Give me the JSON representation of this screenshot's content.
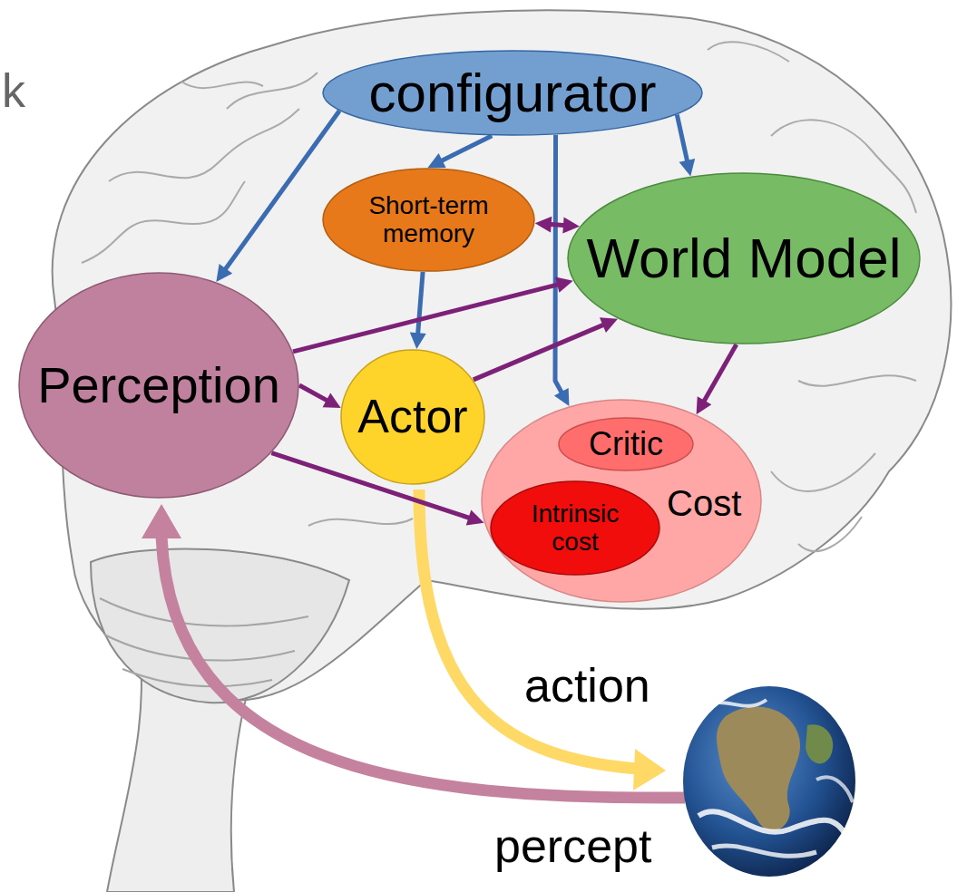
{
  "diagram": {
    "nodes": [
      {
        "text": [
          "configurator"
        ]
      },
      {
        "text": [
          "Short-term memory"
        ]
      },
      {
        "text": [
          "World Model"
        ]
      },
      {
        "text": [
          "Perception"
        ]
      },
      {
        "text": [
          "Actor"
        ]
      },
      {
        "text": [
          "Cost"
        ]
      },
      {
        "text": [
          "Critic"
        ],
        "in": 5
      },
      {
        "text": [
          "Intrinsic cost"
        ],
        "in": 5
      }
    ],
    "edges": [
      {
        "from": 0,
        "to": 3,
        "arrow": "to"
      },
      {
        "from": 0,
        "to": 1,
        "arrow": "to"
      },
      {
        "from": 0,
        "to": 2,
        "arrow": "to"
      },
      {
        "from": 0,
        "to": 5,
        "arrow": "to"
      },
      {
        "from": 1,
        "to": 4,
        "arrow": "to"
      },
      {
        "from": 1,
        "to": 2,
        "arrow": "both"
      },
      {
        "from": 3,
        "to": 2,
        "arrow": "to"
      },
      {
        "from": 3,
        "to": 4,
        "arrow": "to"
      },
      {
        "from": 3,
        "to": 5,
        "arrow": "to"
      },
      {
        "from": 4,
        "to": 2,
        "arrow": "to"
      },
      {
        "from": 2,
        "to": 5,
        "arrow": "to"
      }
    ],
    "labels": [
      "k",
      "action",
      "percept"
    ]
  }
}
